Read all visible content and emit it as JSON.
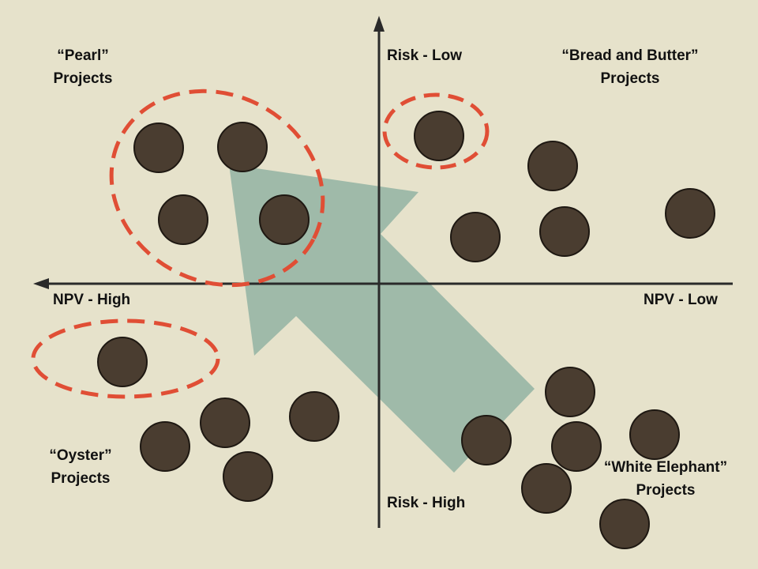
{
  "axes": {
    "top_label": "Risk - Low",
    "bottom_label": "Risk - High",
    "left_label": "NPV - High",
    "right_label": "NPV - Low"
  },
  "quadrants": {
    "top_left": {
      "line1": "“Pearl”",
      "line2": "Projects"
    },
    "top_right": {
      "line1": "“Bread and Butter”",
      "line2": "Projects"
    },
    "bottom_left": {
      "line1": "“Oyster”",
      "line2": "Projects"
    },
    "bottom_right": {
      "line1": "“White Elephant”",
      "line2": "Projects"
    }
  },
  "colors": {
    "background": "#e6e2cb",
    "project_circle": "#4a3d30",
    "highlight_dash": "#e04e35",
    "arrow": "#9fbaa9",
    "axis": "#2a2a2a"
  }
}
